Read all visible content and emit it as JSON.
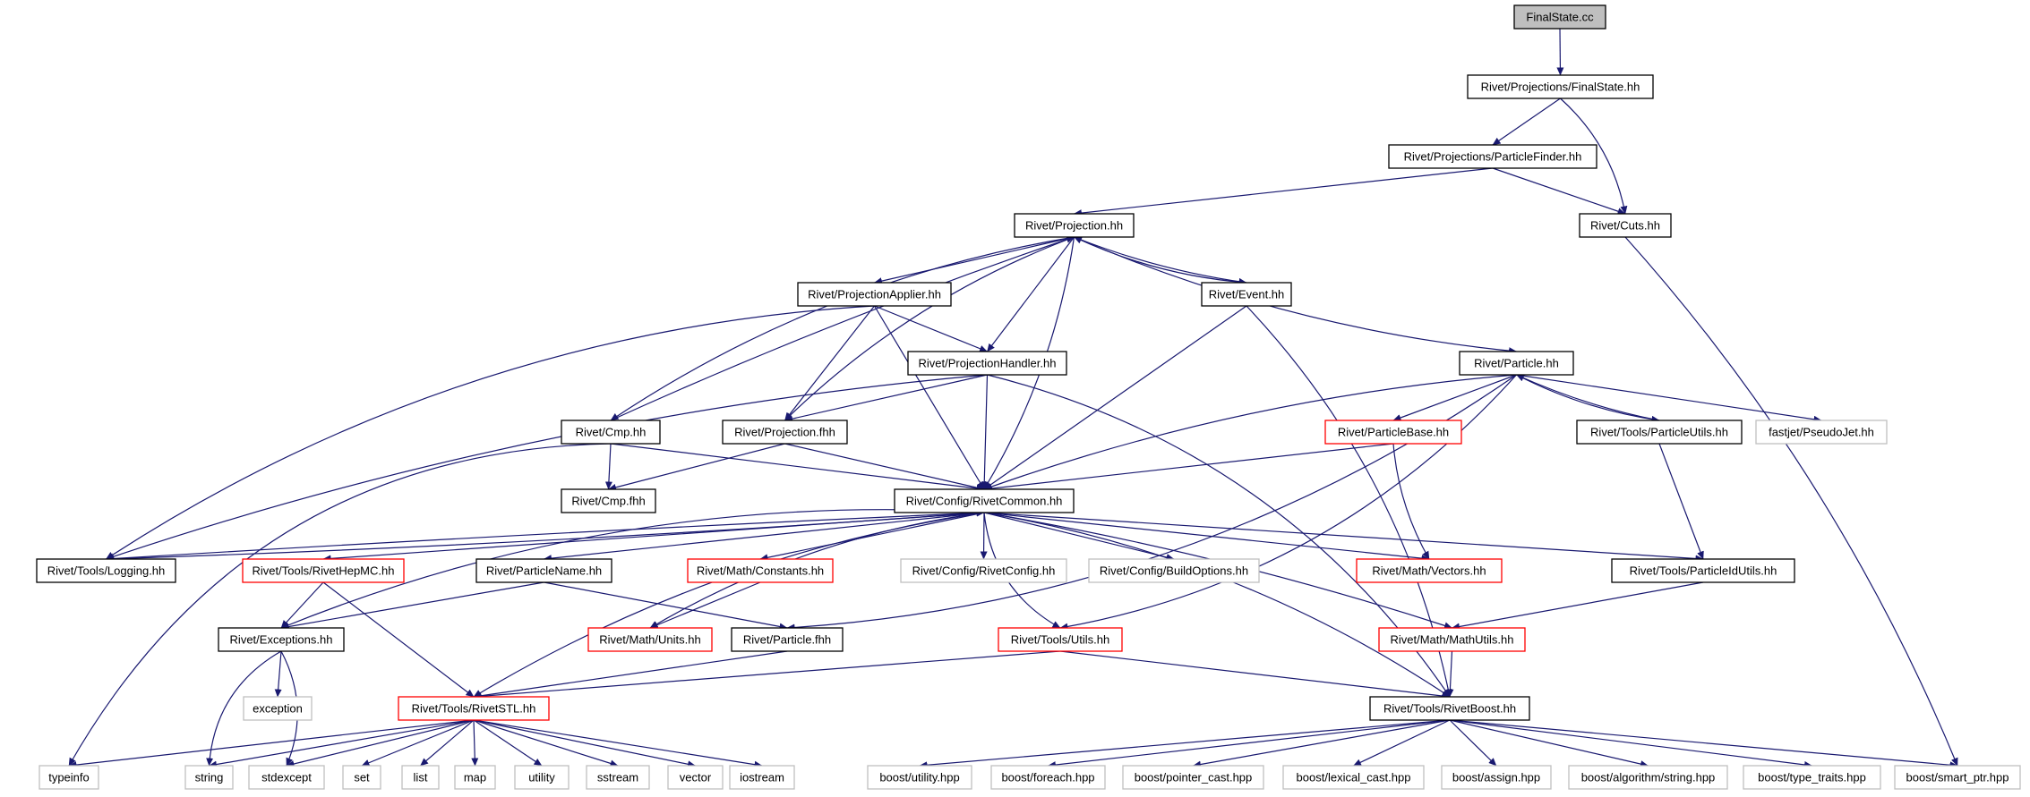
{
  "colors": {
    "edge": "#191970",
    "border_normal": "#000000",
    "border_truncated": "#ff0000",
    "border_leaf": "#bfbfbf",
    "fill_root": "#bfbfbf",
    "fill": "#ffffff",
    "text": "#000000"
  },
  "nodes": [
    {
      "id": "finalstate_cc",
      "label": "FinalState.cc",
      "kind": "root"
    },
    {
      "id": "finalstate_hh",
      "label": "Rivet/Projections/FinalState.hh",
      "kind": "normal"
    },
    {
      "id": "particlefinder_hh",
      "label": "Rivet/Projections/ParticleFinder.hh",
      "kind": "normal"
    },
    {
      "id": "projection_hh",
      "label": "Rivet/Projection.hh",
      "kind": "normal"
    },
    {
      "id": "cuts_hh",
      "label": "Rivet/Cuts.hh",
      "kind": "normal"
    },
    {
      "id": "projectionapplier_hh",
      "label": "Rivet/ProjectionApplier.hh",
      "kind": "normal"
    },
    {
      "id": "event_hh",
      "label": "Rivet/Event.hh",
      "kind": "normal"
    },
    {
      "id": "projectionhandler_hh",
      "label": "Rivet/ProjectionHandler.hh",
      "kind": "normal"
    },
    {
      "id": "particle_hh",
      "label": "Rivet/Particle.hh",
      "kind": "normal"
    },
    {
      "id": "cmp_hh",
      "label": "Rivet/Cmp.hh",
      "kind": "normal"
    },
    {
      "id": "projection_fhh",
      "label": "Rivet/Projection.fhh",
      "kind": "normal"
    },
    {
      "id": "particlebase_hh",
      "label": "Rivet/ParticleBase.hh",
      "kind": "truncated"
    },
    {
      "id": "particleutils_hh",
      "label": "Rivet/Tools/ParticleUtils.hh",
      "kind": "normal"
    },
    {
      "id": "pseudojet_hh",
      "label": "fastjet/PseudoJet.hh",
      "kind": "leaf"
    },
    {
      "id": "cmp_fhh",
      "label": "Rivet/Cmp.fhh",
      "kind": "normal"
    },
    {
      "id": "rivetcommon_hh",
      "label": "Rivet/Config/RivetCommon.hh",
      "kind": "normal"
    },
    {
      "id": "logging_hh",
      "label": "Rivet/Tools/Logging.hh",
      "kind": "normal"
    },
    {
      "id": "rivethepmc_hh",
      "label": "Rivet/Tools/RivetHepMC.hh",
      "kind": "truncated"
    },
    {
      "id": "particlename_hh",
      "label": "Rivet/ParticleName.hh",
      "kind": "normal"
    },
    {
      "id": "constants_hh",
      "label": "Rivet/Math/Constants.hh",
      "kind": "truncated"
    },
    {
      "id": "rivetconfig_hh",
      "label": "Rivet/Config/RivetConfig.hh",
      "kind": "leaf"
    },
    {
      "id": "buildoptions_hh",
      "label": "Rivet/Config/BuildOptions.hh",
      "kind": "leaf"
    },
    {
      "id": "vectors_hh",
      "label": "Rivet/Math/Vectors.hh",
      "kind": "truncated"
    },
    {
      "id": "particleidutils_hh",
      "label": "Rivet/Tools/ParticleIdUtils.hh",
      "kind": "normal"
    },
    {
      "id": "exceptions_hh",
      "label": "Rivet/Exceptions.hh",
      "kind": "normal"
    },
    {
      "id": "units_hh",
      "label": "Rivet/Math/Units.hh",
      "kind": "truncated"
    },
    {
      "id": "particle_fhh",
      "label": "Rivet/Particle.fhh",
      "kind": "normal"
    },
    {
      "id": "utils_hh",
      "label": "Rivet/Tools/Utils.hh",
      "kind": "truncated"
    },
    {
      "id": "mathutils_hh",
      "label": "Rivet/Math/MathUtils.hh",
      "kind": "truncated"
    },
    {
      "id": "exception",
      "label": "exception",
      "kind": "leaf"
    },
    {
      "id": "rivetstl_hh",
      "label": "Rivet/Tools/RivetSTL.hh",
      "kind": "truncated"
    },
    {
      "id": "rivetboost_hh",
      "label": "Rivet/Tools/RivetBoost.hh",
      "kind": "normal"
    },
    {
      "id": "typeinfo",
      "label": "typeinfo",
      "kind": "leaf"
    },
    {
      "id": "string",
      "label": "string",
      "kind": "leaf"
    },
    {
      "id": "stdexcept",
      "label": "stdexcept",
      "kind": "leaf"
    },
    {
      "id": "set",
      "label": "set",
      "kind": "leaf"
    },
    {
      "id": "list",
      "label": "list",
      "kind": "leaf"
    },
    {
      "id": "map",
      "label": "map",
      "kind": "leaf"
    },
    {
      "id": "utility",
      "label": "utility",
      "kind": "leaf"
    },
    {
      "id": "sstream",
      "label": "sstream",
      "kind": "leaf"
    },
    {
      "id": "vector",
      "label": "vector",
      "kind": "leaf"
    },
    {
      "id": "iostream",
      "label": "iostream",
      "kind": "leaf"
    },
    {
      "id": "boost_utility",
      "label": "boost/utility.hpp",
      "kind": "leaf"
    },
    {
      "id": "boost_foreach",
      "label": "boost/foreach.hpp",
      "kind": "leaf"
    },
    {
      "id": "boost_pointer_cast",
      "label": "boost/pointer_cast.hpp",
      "kind": "leaf"
    },
    {
      "id": "boost_lexical_cast",
      "label": "boost/lexical_cast.hpp",
      "kind": "leaf"
    },
    {
      "id": "boost_assign",
      "label": "boost/assign.hpp",
      "kind": "leaf"
    },
    {
      "id": "boost_algorithm_string",
      "label": "boost/algorithm/string.hpp",
      "kind": "leaf"
    },
    {
      "id": "boost_type_traits",
      "label": "boost/type_traits.hpp",
      "kind": "leaf"
    },
    {
      "id": "boost_smart_ptr",
      "label": "boost/smart_ptr.hpp",
      "kind": "leaf"
    }
  ],
  "edges": [
    [
      "finalstate_cc",
      "finalstate_hh"
    ],
    [
      "finalstate_hh",
      "particlefinder_hh"
    ],
    [
      "finalstate_hh",
      "cuts_hh"
    ],
    [
      "particlefinder_hh",
      "projection_hh"
    ],
    [
      "particlefinder_hh",
      "cuts_hh"
    ],
    [
      "cuts_hh",
      "boost_smart_ptr"
    ],
    [
      "projection_hh",
      "projectionapplier_hh"
    ],
    [
      "projection_hh",
      "event_hh"
    ],
    [
      "projection_hh",
      "projectionhandler_hh"
    ],
    [
      "projection_hh",
      "particle_hh"
    ],
    [
      "projection_hh",
      "cmp_hh"
    ],
    [
      "projection_hh",
      "projection_fhh"
    ],
    [
      "projection_hh",
      "rivetcommon_hh"
    ],
    [
      "event_hh",
      "projection_hh"
    ],
    [
      "event_hh",
      "rivetcommon_hh"
    ],
    [
      "event_hh",
      "rivetboost_hh"
    ],
    [
      "cmp_hh",
      "projection_hh"
    ],
    [
      "cmp_hh",
      "cmp_fhh"
    ],
    [
      "cmp_hh",
      "rivetcommon_hh"
    ],
    [
      "cmp_hh",
      "typeinfo"
    ],
    [
      "projectionapplier_hh",
      "projectionhandler_hh"
    ],
    [
      "projectionapplier_hh",
      "projection_fhh"
    ],
    [
      "projectionapplier_hh",
      "rivetcommon_hh"
    ],
    [
      "projectionapplier_hh",
      "logging_hh"
    ],
    [
      "projectionhandler_hh",
      "projection_fhh"
    ],
    [
      "projectionhandler_hh",
      "rivetcommon_hh"
    ],
    [
      "projectionhandler_hh",
      "logging_hh"
    ],
    [
      "projectionhandler_hh",
      "rivetboost_hh"
    ],
    [
      "projection_fhh",
      "rivetcommon_hh"
    ],
    [
      "projection_fhh",
      "cmp_fhh"
    ],
    [
      "particle_hh",
      "particlebase_hh"
    ],
    [
      "particle_hh",
      "particleutils_hh"
    ],
    [
      "particle_hh",
      "pseudojet_hh"
    ],
    [
      "particle_hh",
      "rivetcommon_hh"
    ],
    [
      "particle_hh",
      "particle_fhh"
    ],
    [
      "particle_hh",
      "utils_hh"
    ],
    [
      "particleutils_hh",
      "particle_hh"
    ],
    [
      "particleutils_hh",
      "particleidutils_hh"
    ],
    [
      "particlebase_hh",
      "rivetcommon_hh"
    ],
    [
      "particlebase_hh",
      "vectors_hh"
    ],
    [
      "rivetcommon_hh",
      "logging_hh"
    ],
    [
      "rivetcommon_hh",
      "rivethepmc_hh"
    ],
    [
      "rivetcommon_hh",
      "particlename_hh"
    ],
    [
      "rivetcommon_hh",
      "constants_hh"
    ],
    [
      "rivetcommon_hh",
      "rivetconfig_hh"
    ],
    [
      "rivetcommon_hh",
      "buildoptions_hh"
    ],
    [
      "rivetcommon_hh",
      "vectors_hh"
    ],
    [
      "rivetcommon_hh",
      "particleidutils_hh"
    ],
    [
      "rivetcommon_hh",
      "exceptions_hh"
    ],
    [
      "rivetcommon_hh",
      "units_hh"
    ],
    [
      "rivetcommon_hh",
      "utils_hh"
    ],
    [
      "rivetcommon_hh",
      "mathutils_hh"
    ],
    [
      "rivetcommon_hh",
      "rivetstl_hh"
    ],
    [
      "rivetcommon_hh",
      "rivetboost_hh"
    ],
    [
      "logging_hh",
      "rivetcommon_hh"
    ],
    [
      "rivethepmc_hh",
      "exceptions_hh"
    ],
    [
      "rivethepmc_hh",
      "rivetstl_hh"
    ],
    [
      "particlename_hh",
      "exceptions_hh"
    ],
    [
      "particlename_hh",
      "particle_fhh"
    ],
    [
      "constants_hh",
      "units_hh"
    ],
    [
      "particleidutils_hh",
      "mathutils_hh"
    ],
    [
      "exceptions_hh",
      "exception"
    ],
    [
      "exceptions_hh",
      "string"
    ],
    [
      "exceptions_hh",
      "stdexcept"
    ],
    [
      "particle_fhh",
      "rivetstl_hh"
    ],
    [
      "utils_hh",
      "rivetstl_hh"
    ],
    [
      "utils_hh",
      "rivetboost_hh"
    ],
    [
      "mathutils_hh",
      "rivetboost_hh"
    ],
    [
      "rivetstl_hh",
      "typeinfo"
    ],
    [
      "rivetstl_hh",
      "string"
    ],
    [
      "rivetstl_hh",
      "stdexcept"
    ],
    [
      "rivetstl_hh",
      "set"
    ],
    [
      "rivetstl_hh",
      "list"
    ],
    [
      "rivetstl_hh",
      "map"
    ],
    [
      "rivetstl_hh",
      "utility"
    ],
    [
      "rivetstl_hh",
      "sstream"
    ],
    [
      "rivetstl_hh",
      "vector"
    ],
    [
      "rivetstl_hh",
      "iostream"
    ],
    [
      "rivetboost_hh",
      "boost_utility"
    ],
    [
      "rivetboost_hh",
      "boost_foreach"
    ],
    [
      "rivetboost_hh",
      "boost_pointer_cast"
    ],
    [
      "rivetboost_hh",
      "boost_lexical_cast"
    ],
    [
      "rivetboost_hh",
      "boost_assign"
    ],
    [
      "rivetboost_hh",
      "boost_algorithm_string"
    ],
    [
      "rivetboost_hh",
      "boost_type_traits"
    ],
    [
      "rivetboost_hh",
      "boost_smart_ptr"
    ]
  ]
}
